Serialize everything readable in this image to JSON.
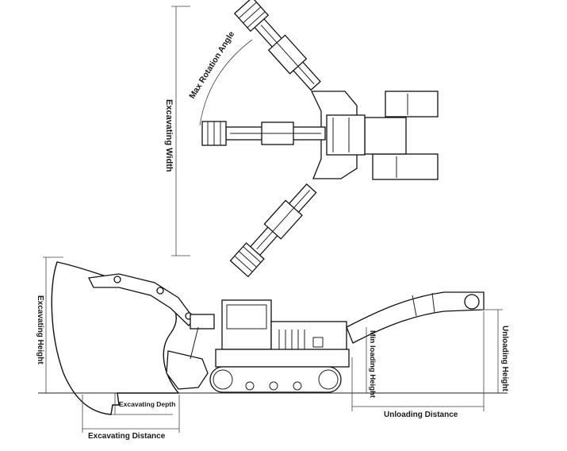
{
  "labels": {
    "max_rotation_angle": "Max Rotation Angle",
    "excavating_width": "Excavating Width",
    "excavating_height": "Excavating Height",
    "excavating_depth": "Excavating Depth",
    "excavating_distance": "Excavating Distance",
    "min_loading_height": "Min loading Height",
    "unloading_height": "Unloading Height",
    "unloading_distance": "Unloading Distance"
  }
}
